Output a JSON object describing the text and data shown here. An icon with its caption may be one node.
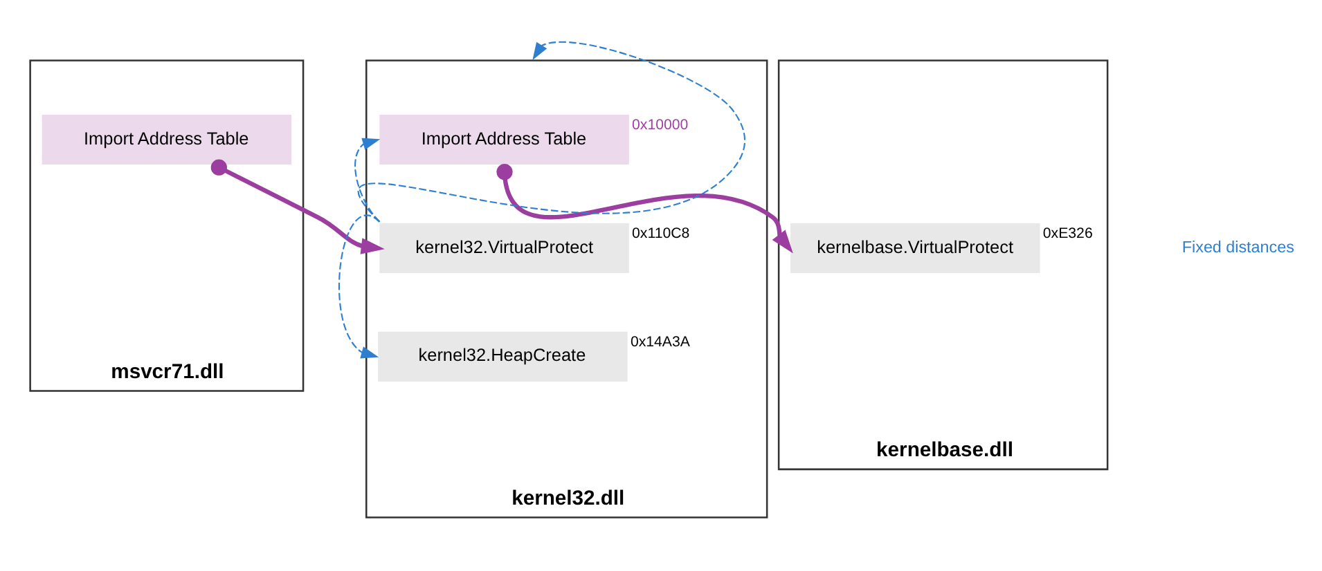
{
  "diagram": {
    "nodes": [
      {
        "text": [
          "msvcr71.dll"
        ]
      },
      {
        "text": [
          "Import Address Table"
        ],
        "in": 0
      },
      {
        "text": [
          "kernel32.dll"
        ]
      },
      {
        "text": [
          "Import Address Table"
        ],
        "in": 2,
        "beside": [
          "0x10000"
        ]
      },
      {
        "text": [
          "kernel32.VirtualProtect"
        ],
        "in": 2,
        "beside": [
          "0x110C8"
        ]
      },
      {
        "text": [
          "kernel32.HeapCreate"
        ],
        "in": 2,
        "beside": [
          "0x14A3A"
        ]
      },
      {
        "text": [
          "kernelbase.dll"
        ]
      },
      {
        "text": [
          "kernelbase.VirtualProtect"
        ],
        "in": 6,
        "beside": [
          "0xE326"
        ]
      }
    ],
    "edges": [
      {
        "from": 1,
        "to": 4,
        "arrow": "to",
        "style": "thick",
        "color": "#9b3ea0"
      },
      {
        "from": 3,
        "to": 7,
        "arrow": "to",
        "style": "thick",
        "color": "#9b3ea0"
      },
      {
        "from": 4,
        "to": 2,
        "arrow": "to",
        "style": "dashed",
        "color": "#2f7fd0"
      },
      {
        "from": 4,
        "to": 3,
        "arrow": "to",
        "style": "dashed",
        "color": "#2f7fd0"
      },
      {
        "from": 4,
        "to": 5,
        "arrow": "to",
        "style": "dashed",
        "color": "#2f7fd0"
      }
    ],
    "labels": [
      "Fixed distances"
    ]
  }
}
